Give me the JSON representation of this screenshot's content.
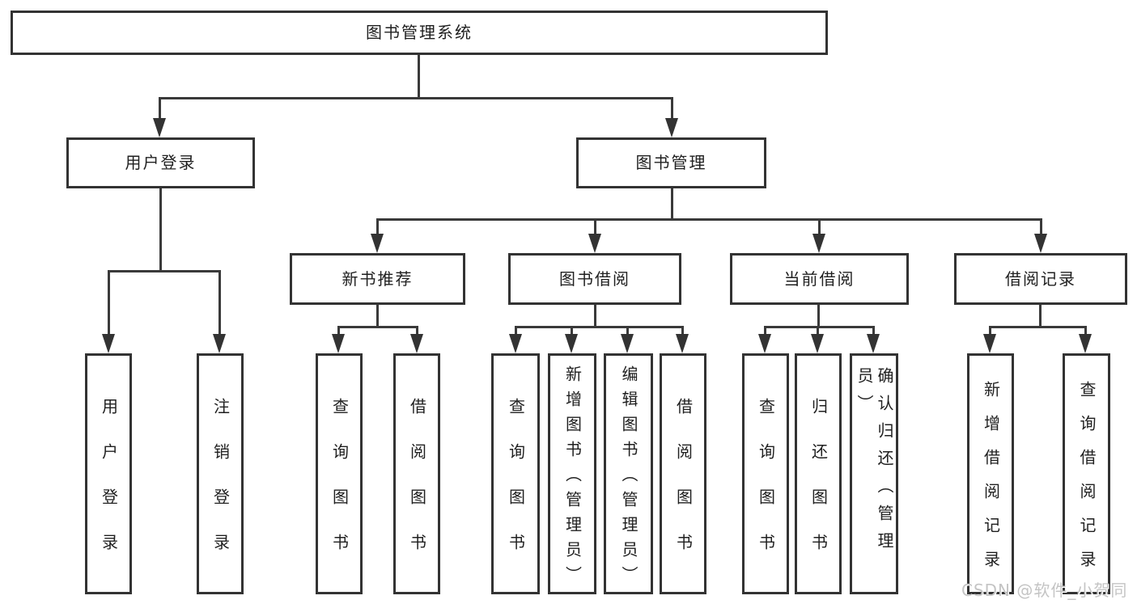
{
  "diagram": {
    "title": "图书管理系统",
    "root": {
      "label": "图书管理系统"
    },
    "branches": [
      {
        "label": "用户登录",
        "children": [
          {
            "label": "用户登录"
          },
          {
            "label": "注销登录"
          }
        ]
      },
      {
        "label": "图书管理",
        "groups": [
          {
            "label": "新书推荐",
            "children": [
              {
                "label": "查询图书"
              },
              {
                "label": "借阅图书"
              }
            ]
          },
          {
            "label": "图书借阅",
            "children": [
              {
                "label": "查询图书"
              },
              {
                "label": "新增图书（管理员）"
              },
              {
                "label": "编辑图书（管理员）"
              },
              {
                "label": "借阅图书"
              }
            ]
          },
          {
            "label": "当前借阅",
            "children": [
              {
                "label": "查询图书"
              },
              {
                "label": "归还图书"
              },
              {
                "label": "确认归还（管理员）"
              }
            ]
          },
          {
            "label": "借阅记录",
            "children": [
              {
                "label": "新增借阅记录"
              },
              {
                "label": "查询借阅记录"
              }
            ]
          }
        ]
      }
    ]
  },
  "colors": {
    "line": "#333333",
    "text": "#1f1f1f",
    "background": "#ffffff",
    "watermark_gray": "#c4c4c4"
  },
  "watermark": {
    "text": "CSDN @软件_小贺同学"
  }
}
